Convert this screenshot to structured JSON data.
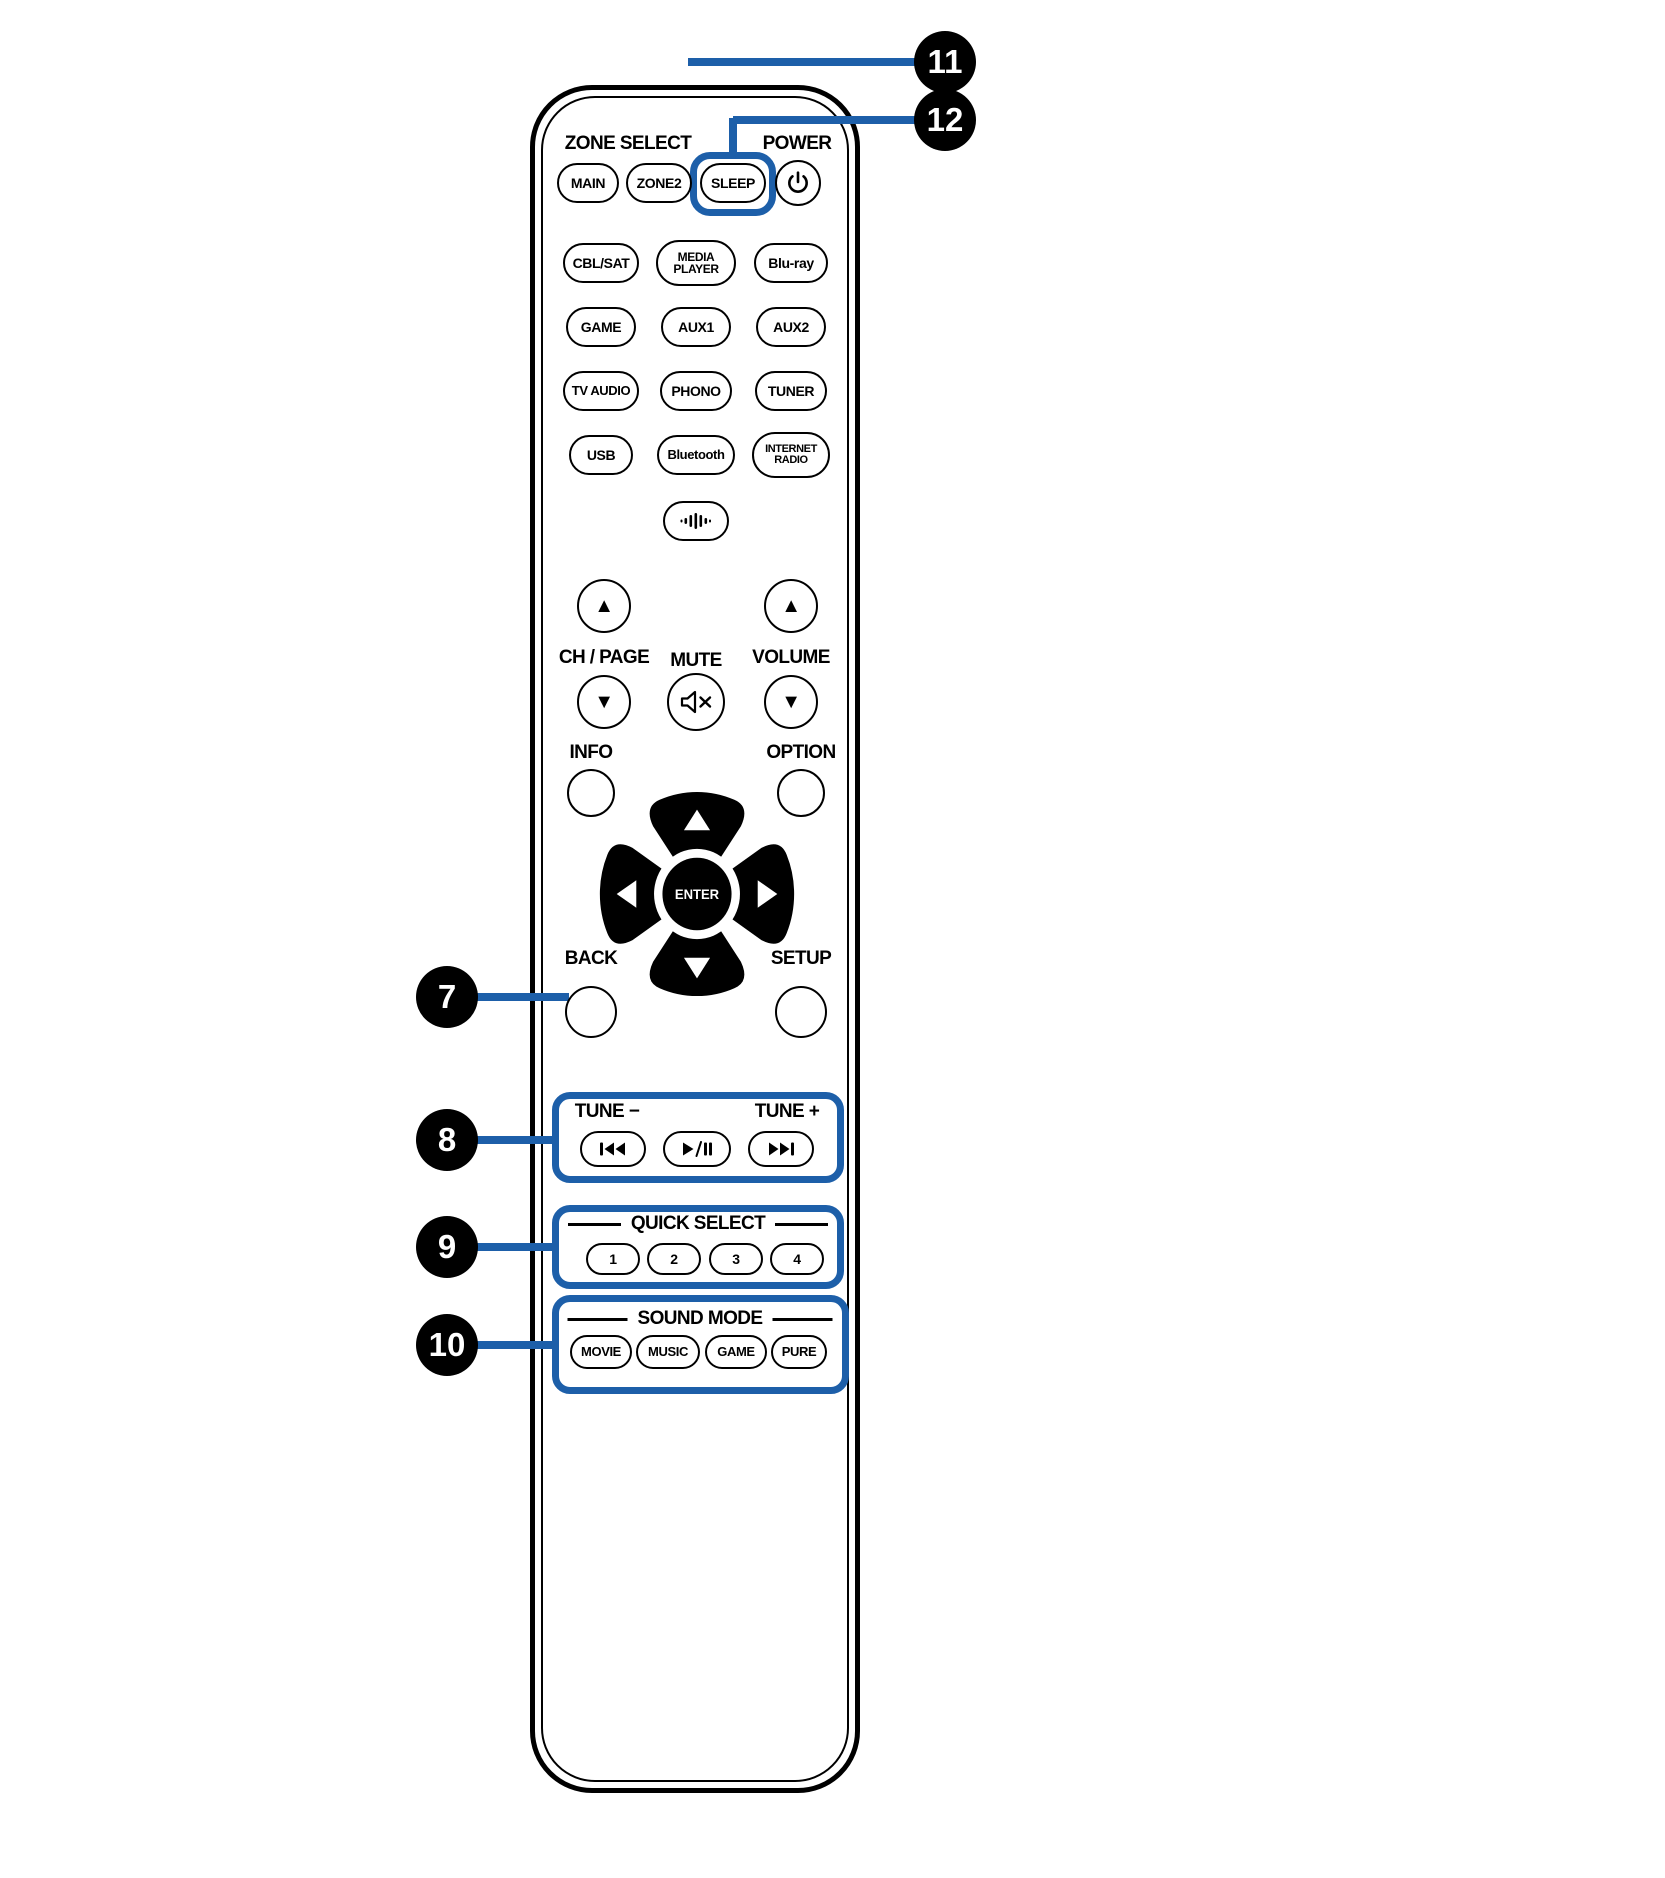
{
  "colors": {
    "accent": "#1D5FA9",
    "outline": "#000000",
    "background": "#FFFFFF"
  },
  "remote": {
    "section_labels": {
      "zone_select": "ZONE SELECT",
      "power": "POWER",
      "ch_page": "CH / PAGE",
      "mute": "MUTE",
      "volume": "VOLUME",
      "info": "INFO",
      "option": "OPTION",
      "back": "BACK",
      "setup": "SETUP",
      "tune_minus": "TUNE −",
      "tune_plus": "TUNE +",
      "quick_select": "QUICK SELECT",
      "sound_mode": "SOUND MODE"
    },
    "buttons": {
      "main": "MAIN",
      "zone2": "ZONE2",
      "sleep": "SLEEP",
      "cbl_sat": "CBL/SAT",
      "media_player": "MEDIA\nPLAYER",
      "blu_ray": "Blu-ray",
      "game": "GAME",
      "aux1": "AUX1",
      "aux2": "AUX2",
      "tv_audio": "TV AUDIO",
      "phono": "PHONO",
      "tuner": "TUNER",
      "usb": "USB",
      "bluetooth": "Bluetooth",
      "internet_radio": "INTERNET\nRADIO",
      "enter": "ENTER",
      "quick_1": "1",
      "quick_2": "2",
      "quick_3": "3",
      "quick_4": "4",
      "movie": "MOVIE",
      "music": "MUSIC",
      "game_sound": "GAME",
      "pure": "PURE"
    },
    "glyphs": {
      "up_triangle": "▲",
      "down_triangle": "▼"
    },
    "icons": [
      "power-icon",
      "audio-signal-icon",
      "mute-icon",
      "cursor-up-icon",
      "cursor-down-icon",
      "cursor-left-icon",
      "cursor-right-icon",
      "skip-back-icon",
      "play-pause-icon",
      "skip-forward-icon",
      "up-triangle-icon",
      "down-triangle-icon"
    ]
  },
  "callouts": {
    "c7": "7",
    "c8": "8",
    "c9": "9",
    "c10": "10",
    "c11": "11",
    "c12": "12"
  }
}
